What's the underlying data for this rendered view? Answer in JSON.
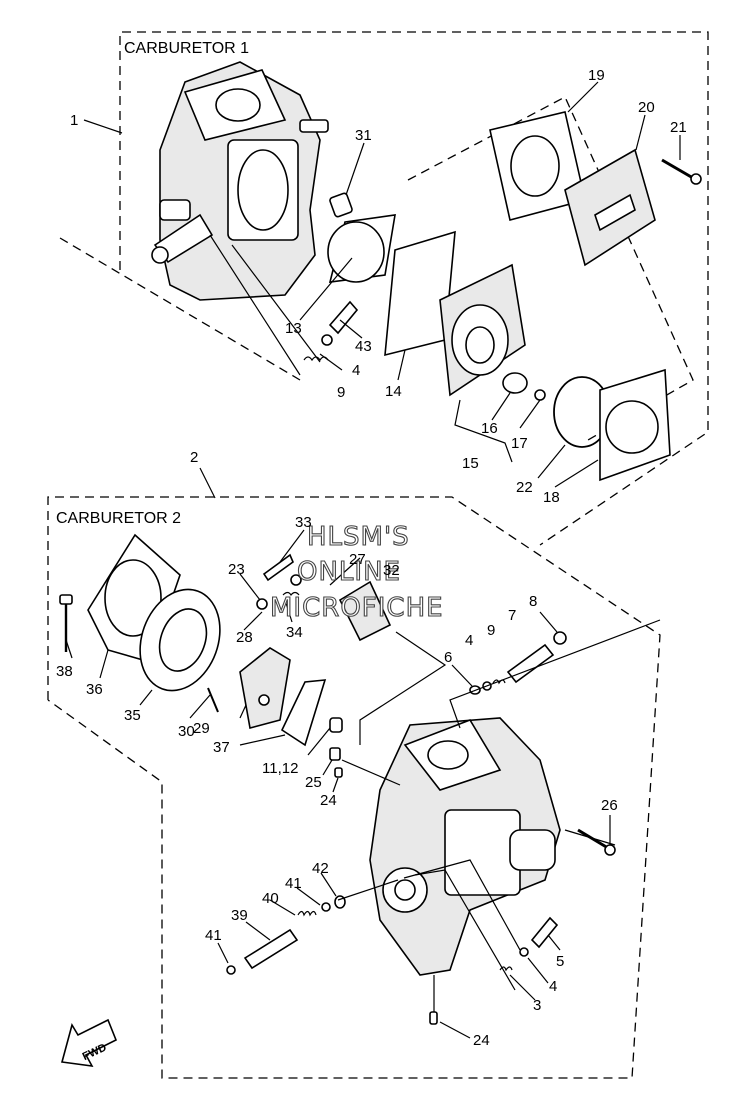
{
  "sections": {
    "carb1": "CARBURETOR 1",
    "carb2": "CARBURETOR 2"
  },
  "watermark": [
    "HLSM'S",
    "ONLINE",
    "MICROFICHE"
  ],
  "fwd_label": "FWD",
  "callouts": {
    "c1": "1",
    "c2": "2",
    "c3": "3",
    "c4a": "4",
    "c4b": "4",
    "c4c": "4",
    "c5": "5",
    "c6": "6",
    "c7": "7",
    "c8": "8",
    "c9a": "9",
    "c9b": "9",
    "c1112": "11,12",
    "c13": "13",
    "c14": "14",
    "c15": "15",
    "c16": "16",
    "c17": "17",
    "c18": "18",
    "c19": "19",
    "c20": "20",
    "c21": "21",
    "c22": "22",
    "c23": "23",
    "c24a": "24",
    "c24b": "24",
    "c25": "25",
    "c26": "26",
    "c27": "27",
    "c28": "28",
    "c29": "29",
    "c30": "30",
    "c31": "31",
    "c32": "32",
    "c33": "33",
    "c34": "34",
    "c35": "35",
    "c36": "36",
    "c37": "37",
    "c38": "38",
    "c39": "39",
    "c40": "40",
    "c41a": "41",
    "c41b": "41",
    "c42": "42",
    "c43": "43"
  }
}
